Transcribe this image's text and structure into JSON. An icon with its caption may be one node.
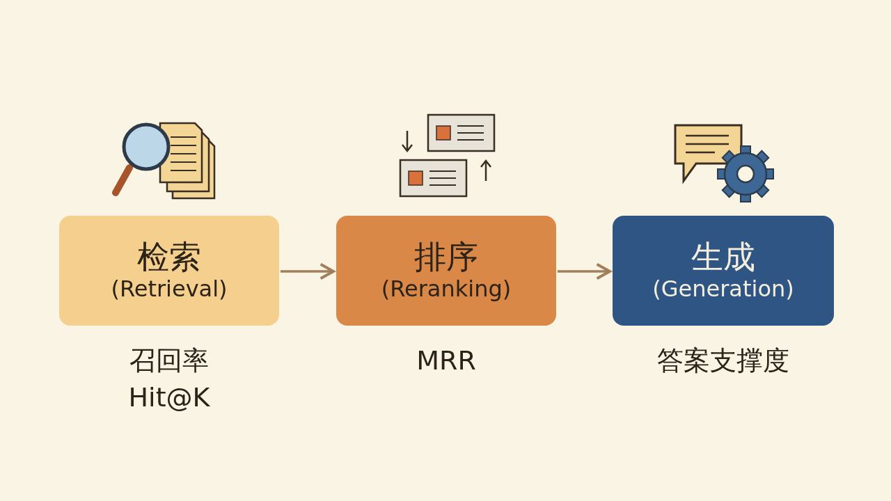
{
  "diagram": {
    "nodes": [
      {
        "text": [
          "检索",
          "(Retrieval)"
        ],
        "beside": [
          "召回率",
          "Hit@K"
        ]
      },
      {
        "text": [
          "排序",
          "(Reranking)"
        ],
        "beside": [
          "MRR"
        ]
      },
      {
        "text": [
          "生成",
          "(Generation)"
        ],
        "beside": [
          "答案支撑度"
        ]
      }
    ],
    "edges": [
      {
        "from": 0,
        "to": 1,
        "arrow": "to"
      },
      {
        "from": 1,
        "to": 2,
        "arrow": "to"
      }
    ]
  }
}
